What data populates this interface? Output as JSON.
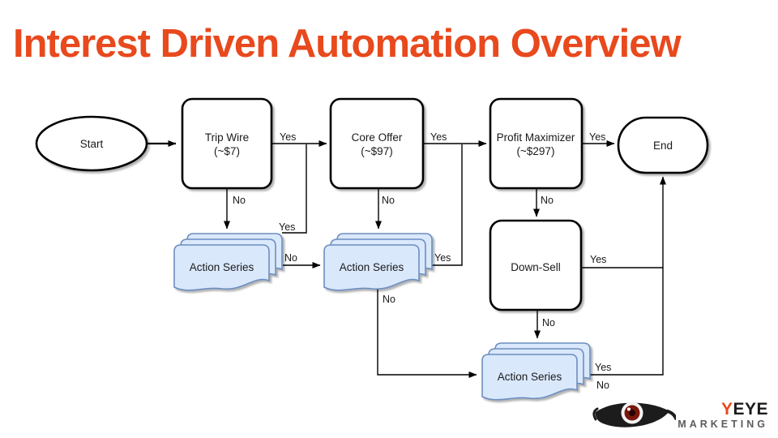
{
  "slide": {
    "title": "Interest Driven Automation Overview"
  },
  "colors": {
    "title_accent": "#E8491D",
    "node_fill": "#FFFFFF",
    "node_stroke": "#000000",
    "document_fill": "#DAE8FC",
    "document_stroke": "#6C8EBF"
  },
  "flowchart": {
    "nodes": {
      "start": {
        "label": "Start"
      },
      "trip_wire": {
        "label": "Trip Wire",
        "price": "(~$7)"
      },
      "core_offer": {
        "label": "Core Offer",
        "price": "(~$97)"
      },
      "profit_maximizer": {
        "label": "Profit Maximizer",
        "price": "(~$297)"
      },
      "end": {
        "label": "End"
      },
      "down_sell": {
        "label": "Down-Sell"
      },
      "action_series_1": {
        "label": "Action Series"
      },
      "action_series_2": {
        "label": "Action Series"
      },
      "action_series_3": {
        "label": "Action Series"
      }
    },
    "labels": {
      "trip_wire_yes": "Yes",
      "trip_wire_no": "No",
      "core_offer_yes": "Yes",
      "core_offer_no": "No",
      "profit_maximizer_yes": "Yes",
      "profit_maximizer_no": "No",
      "action_series_1_yes": "Yes",
      "action_series_1_no": "No",
      "action_series_2_yes": "Yes",
      "action_series_2_no": "No",
      "down_sell_yes": "Yes",
      "down_sell_no": "No",
      "action_series_3_yes": "Yes",
      "action_series_3_no": "No"
    }
  },
  "logo": {
    "accent": "Y",
    "brand": "EYE",
    "subtitle": "MARKETING"
  }
}
